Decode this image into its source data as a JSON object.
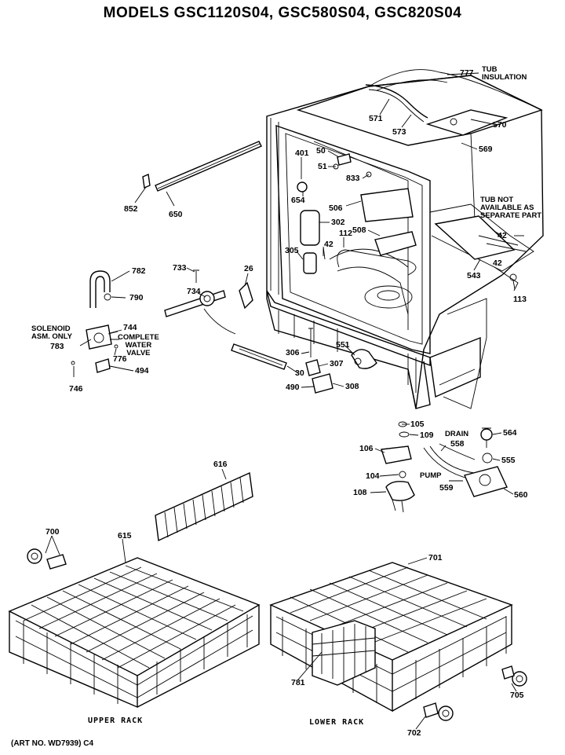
{
  "title": "MODELS GSC1120S04, GSC580S04, GSC820S04",
  "notes": {
    "tub_insulation": "TUB\nINSULATION",
    "tub_not_available": "TUB NOT\nAVAILABLE AS\nSEPARATE PART",
    "solenoid": "SOLENOID\nASM. ONLY",
    "complete_valve": "COMPLETE\nWATER\nVALVE",
    "drain": "DRAIN",
    "pump": "PUMP"
  },
  "captions": {
    "upper_rack": "UPPER RACK",
    "lower_rack": "LOWER RACK"
  },
  "art_no": "(ART NO. WD7939) C4",
  "parts": [
    "777",
    "571",
    "573",
    "570",
    "569",
    "50",
    "51",
    "833",
    "401",
    "654",
    "506",
    "302",
    "508",
    "112",
    "42",
    "305",
    "543",
    "113",
    "852",
    "650",
    "782",
    "790",
    "733",
    "734",
    "26",
    "744",
    "783",
    "776",
    "746",
    "494",
    "306",
    "551",
    "307",
    "30",
    "490",
    "308",
    "105",
    "109",
    "106",
    "104",
    "108",
    "558",
    "564",
    "555",
    "559",
    "560",
    "616",
    "700",
    "615",
    "701",
    "781",
    "705",
    "702"
  ]
}
